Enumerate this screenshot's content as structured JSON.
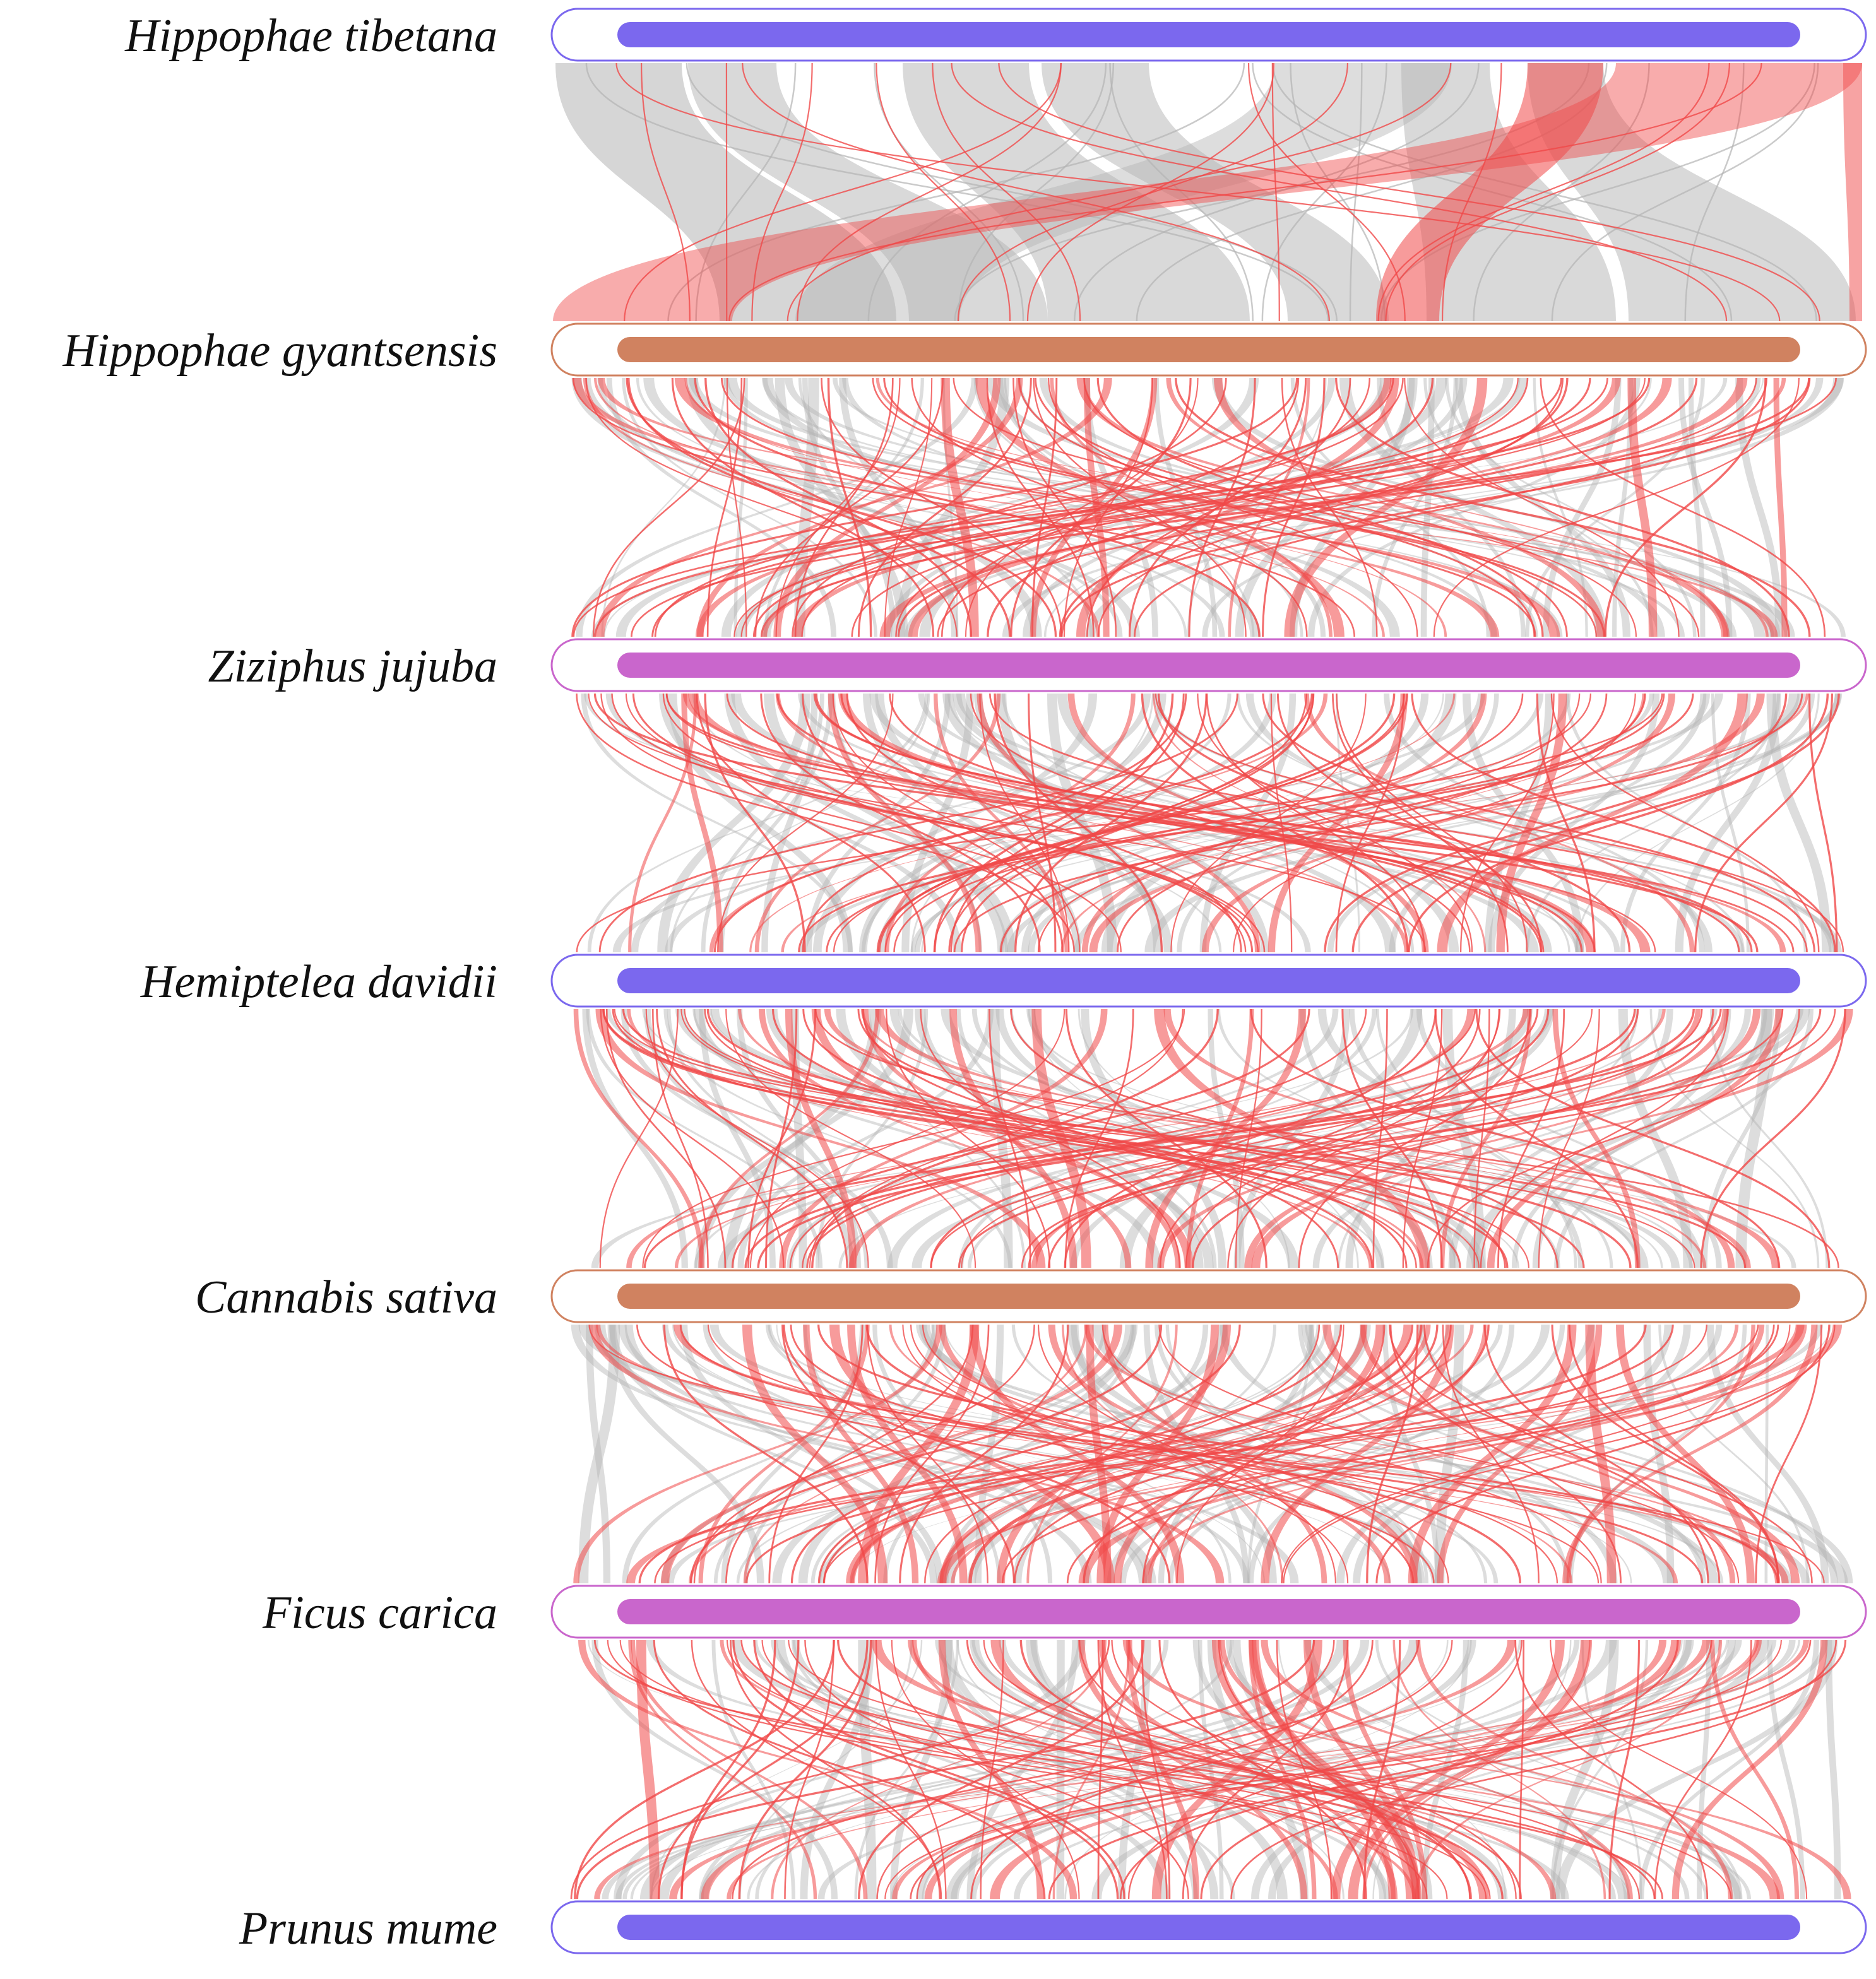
{
  "diagram": {
    "type": "multi-species synteny",
    "species": [
      {
        "name": "Hippophae tibetana",
        "color": "#7b68ee"
      },
      {
        "name": "Hippophae gyantsensis",
        "color": "#d08260"
      },
      {
        "name": "Ziziphus jujuba",
        "color": "#c966cc"
      },
      {
        "name": "Hemiptelea davidii",
        "color": "#7b68ee"
      },
      {
        "name": "Cannabis sativa",
        "color": "#d08260"
      },
      {
        "name": "Ficus carica",
        "color": "#c966cc"
      },
      {
        "name": "Prunus mume",
        "color": "#7b68ee"
      }
    ],
    "link_colors": {
      "highlight": "#f04848",
      "background": "#b4b4b4"
    }
  }
}
